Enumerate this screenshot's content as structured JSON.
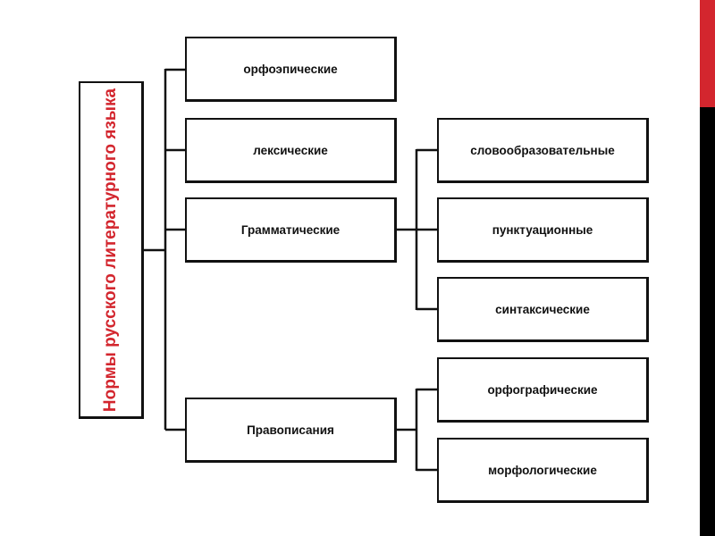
{
  "root": {
    "label": "Нормы русского литературного языка"
  },
  "level1": [
    {
      "label": "орфоэпические"
    },
    {
      "label": "лексические"
    },
    {
      "label": "Грамматические"
    },
    {
      "label": "Правописания"
    }
  ],
  "grammar_children": [
    {
      "label": "словообразовательные"
    },
    {
      "label": "пунктуационные"
    },
    {
      "label": "синтаксические"
    }
  ],
  "spelling_children": [
    {
      "label": "орфографические"
    },
    {
      "label": "морфологические"
    }
  ],
  "colors": {
    "accent": "#d3262e",
    "line": "#111111"
  }
}
